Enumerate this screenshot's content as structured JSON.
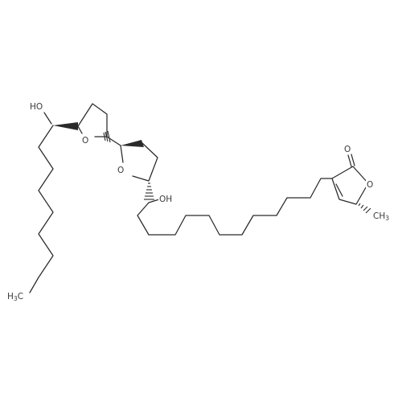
{
  "structure": {
    "atom_labels": {
      "hydroxyl_left": "HO",
      "ring_oxygen_left": "O",
      "ring_oxygen_middle": "O",
      "hydroxyl_middle": "OH",
      "carbonyl_oxygen": "O",
      "lactone_ring_oxygen": "O",
      "terminal_methyl_main": "H",
      "terminal_methyl_sub": "3",
      "terminal_methyl_tail": "C",
      "lactone_methyl_main": "CH",
      "lactone_methyl_sub": "3"
    },
    "colors": {
      "bond": "#2a2a2a",
      "label": "#3a3a3a",
      "background": "#ffffff"
    }
  }
}
